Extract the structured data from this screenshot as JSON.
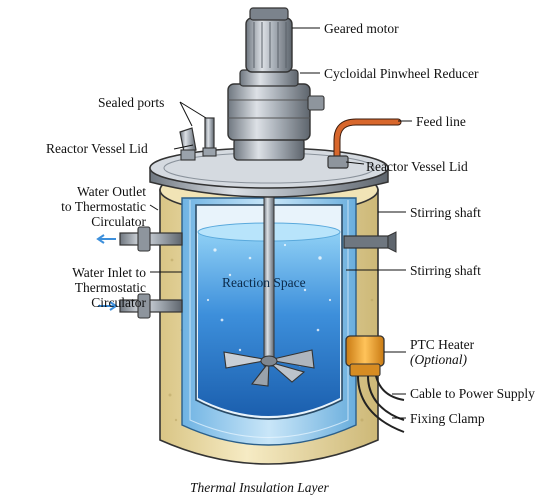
{
  "labels": {
    "geared_motor": "Geared motor",
    "cycloidal_reducer": "Cycloidal Pinwheel Reducer",
    "sealed_ports": "Sealed ports",
    "feed_line": "Feed line",
    "reactor_lid_left": "Reactor Vessel Lid",
    "reactor_lid_right": "Reactor Vessel Lid",
    "water_outlet_line1": "Water Outlet",
    "water_outlet_line2": "to Thermostatic",
    "water_outlet_line3": "Circulator",
    "water_inlet_line1": "Water Inlet to",
    "water_inlet_line2": "Thermostatic",
    "water_inlet_line3": "Circulator",
    "stirring_shaft_1": "Stirring shaft",
    "stirring_shaft_2": "Stirring shaft",
    "reaction_space": "Reaction Space",
    "ptc_heater": "PTC Heater",
    "ptc_optional": "(Optional)",
    "cable_power": "Cable to Power Supply",
    "fixing_clamp": "Fixing Clamp",
    "thermal_insulation": "Thermal Insulation Layer"
  },
  "colors": {
    "insulation": "#ecdcaa",
    "water_jacket": "#8cc8ec",
    "liquid": "#2e7fd0",
    "steel": "#b8bec6",
    "heater": "#f0a030",
    "feed_line": "#d8672c"
  },
  "icons": [
    "motor-icon",
    "reducer-icon",
    "impeller-icon",
    "heater-icon",
    "clamp-icon"
  ]
}
